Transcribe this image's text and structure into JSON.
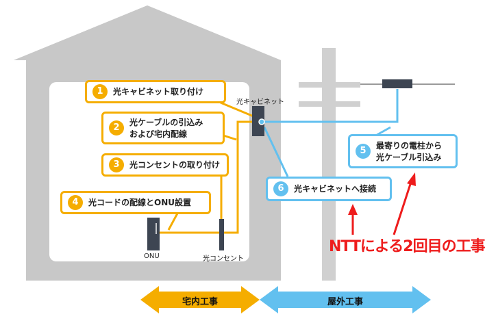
{
  "callouts": [
    {
      "num": "1",
      "line1": "光キャビネット取り付け",
      "line2": ""
    },
    {
      "num": "2",
      "line1": "光ケーブルの引込み",
      "line2": "および宅内配線"
    },
    {
      "num": "3",
      "line1": "光コンセントの取り付け",
      "line2": ""
    },
    {
      "num": "4",
      "line1": "光コードの配線とONU設置",
      "line2": ""
    },
    {
      "num": "5",
      "line1": "最寄りの電柱から",
      "line2": "光ケーブル引込み"
    },
    {
      "num": "6",
      "line1": "光キャビネットへ接続",
      "line2": ""
    }
  ],
  "labels": {
    "cabinet": "光キャビネット",
    "onu": "ONU",
    "outlet": "光コンセント",
    "ntt": "NTTによる2回目の工事",
    "indoor": "宅内工事",
    "outdoor": "屋外工事"
  },
  "colors": {
    "orange": "#f5ad00",
    "blue": "#62c0ef",
    "red": "#ee1c1c",
    "gray": "#c8c8c8"
  }
}
